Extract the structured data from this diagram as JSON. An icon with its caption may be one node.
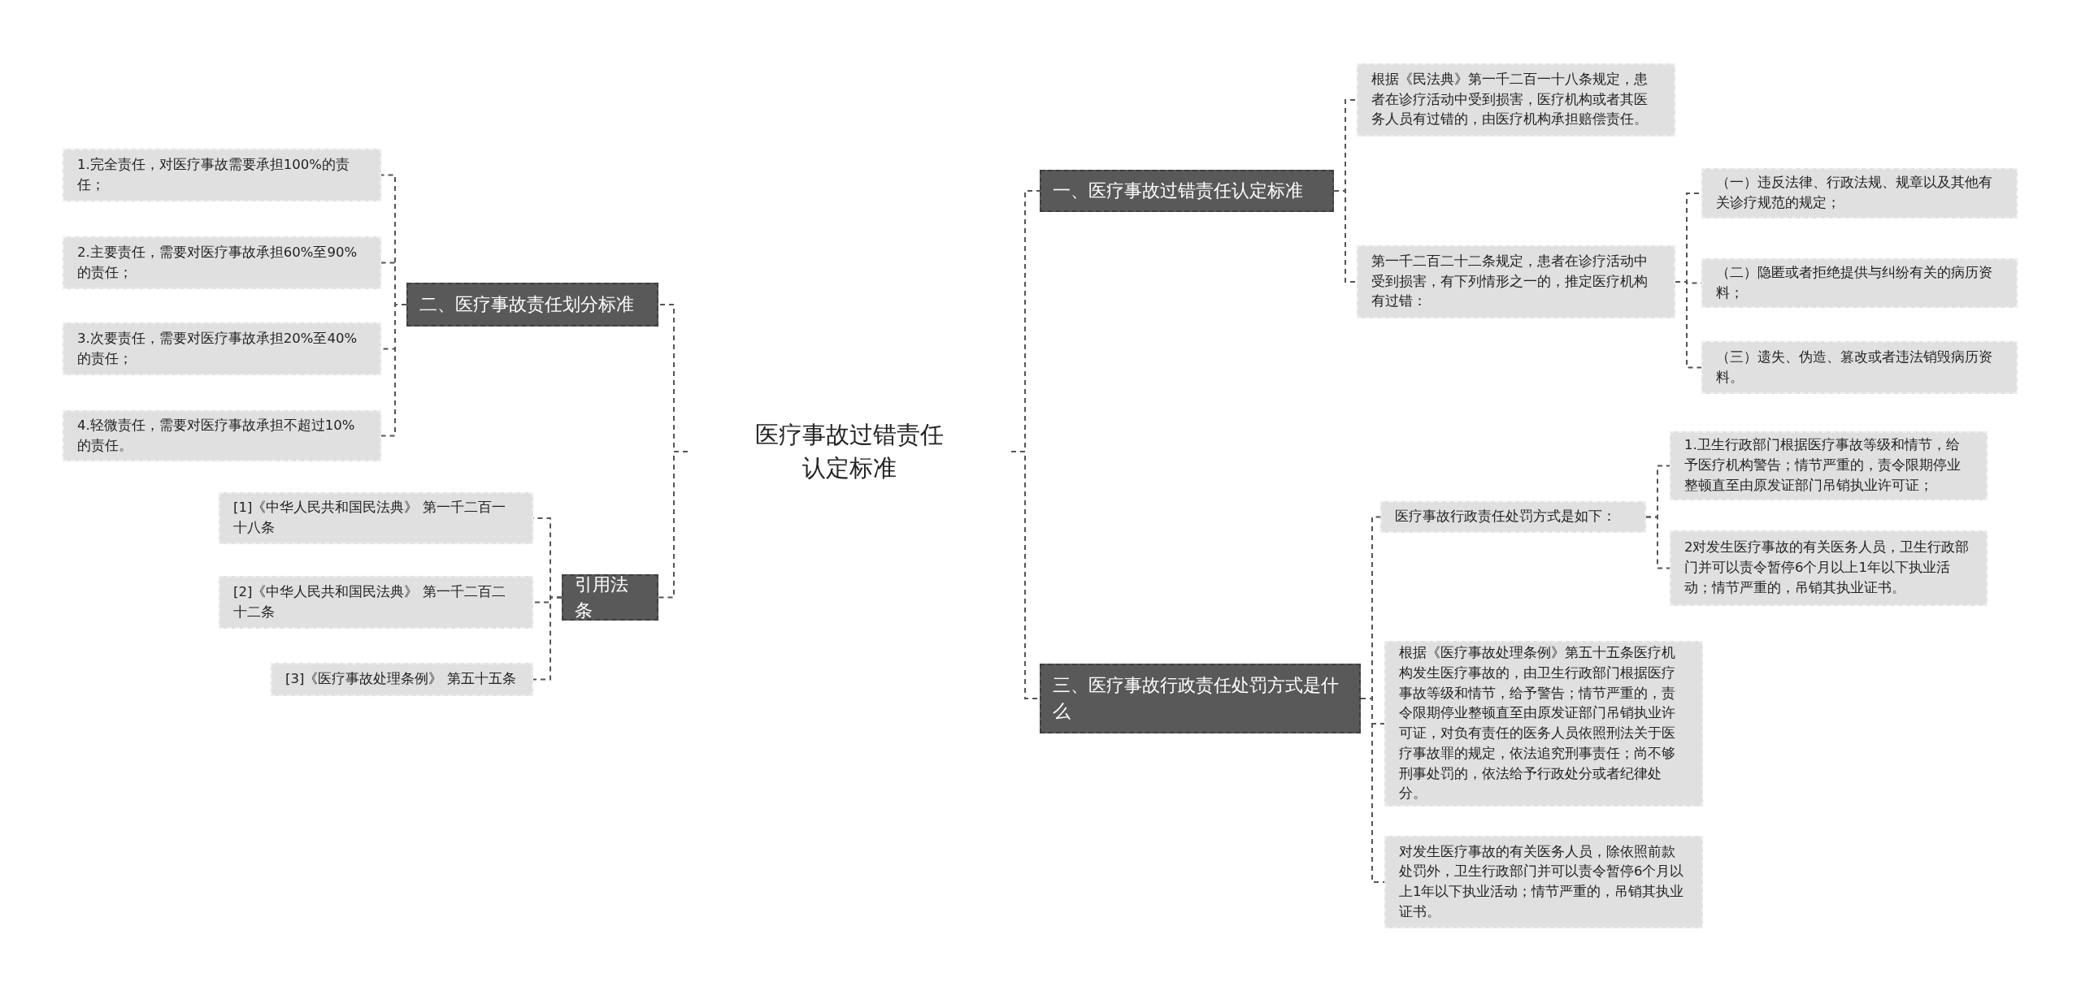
{
  "diagram": {
    "nodes": [
      {
        "text": [
          "医疗事故过错责任认定标准"
        ]
      },
      {
        "text": [
          "一、医疗事故过错责任认定标准"
        ]
      },
      {
        "text": [
          "根据《民法典》第一千二百一十八条规定，患者在诊疗活动中受到损害，医疗机构或者其医务人员有过错的，由医疗机构承担赔偿责任。"
        ]
      },
      {
        "text": [
          "第一千二百二十二条规定，患者在诊疗活动中受到损害，有下列情形之一的，推定医疗机构有过错："
        ]
      },
      {
        "text": [
          "（一）违反法律、行政法规、规章以及其他有关诊疗规范的规定；"
        ]
      },
      {
        "text": [
          "（二）隐匿或者拒绝提供与纠纷有关的病历资料；"
        ]
      },
      {
        "text": [
          "（三）遗失、伪造、篡改或者违法销毁病历资料。"
        ]
      },
      {
        "text": [
          "三、医疗事故行政责任处罚方式是什么"
        ]
      },
      {
        "text": [
          "医疗事故行政责任处罚方式是如下："
        ]
      },
      {
        "text": [
          "1.卫生行政部门根据医疗事故等级和情节，给予医疗机构警告；情节严重的，责令限期停业整顿直至由原发证部门吊销执业许可证；"
        ]
      },
      {
        "text": [
          "2对发生医疗事故的有关医务人员，卫生行政部门并可以责令暂停6个月以上1年以下执业活动；情节严重的，吊销其执业证书。"
        ]
      },
      {
        "text": [
          "根据《医疗事故处理条例》第五十五条医疗机构发生医疗事故的，由卫生行政部门根据医疗事故等级和情节，给予警告；情节严重的，责令限期停业整顿直至由原发证部门吊销执业许可证，对负有责任的医务人员依照刑法关于医疗事故罪的规定，依法追究刑事责任；尚不够刑事处罚的，依法给予行政处分或者纪律处分。"
        ]
      },
      {
        "text": [
          "对发生医疗事故的有关医务人员，除依照前款处罚外，卫生行政部门并可以责令暂停6个月以上1年以下执业活动；情节严重的，吊销其执业证书。"
        ]
      },
      {
        "text": [
          "二、医疗事故责任划分标准"
        ]
      },
      {
        "text": [
          "1.完全责任，对医疗事故需要承担100%的责任；"
        ]
      },
      {
        "text": [
          "2.主要责任，需要对医疗事故承担60%至90%的责任；"
        ]
      },
      {
        "text": [
          "3.次要责任，需要对医疗事故承担20%至40%的责任；"
        ]
      },
      {
        "text": [
          "4.轻微责任，需要对医疗事故承担不超过10%的责任。"
        ]
      },
      {
        "text": [
          "引用法条"
        ]
      },
      {
        "text": [
          "[1]《中华人民共和国民法典》 第一千二百一十八条"
        ]
      },
      {
        "text": [
          "[2]《中华人民共和国民法典》 第一千二百二十二条"
        ]
      },
      {
        "text": [
          "[3]《医疗事故处理条例》 第五十五条"
        ]
      }
    ],
    "edges": [
      {
        "from": 0,
        "to": 1,
        "arrow": "none"
      },
      {
        "from": 0,
        "to": 7,
        "arrow": "none"
      },
      {
        "from": 0,
        "to": 13,
        "arrow": "none"
      },
      {
        "from": 0,
        "to": 18,
        "arrow": "none"
      },
      {
        "from": 1,
        "to": 2,
        "arrow": "none"
      },
      {
        "from": 1,
        "to": 3,
        "arrow": "none"
      },
      {
        "from": 3,
        "to": 4,
        "arrow": "none"
      },
      {
        "from": 3,
        "to": 5,
        "arrow": "none"
      },
      {
        "from": 3,
        "to": 6,
        "arrow": "none"
      },
      {
        "from": 7,
        "to": 8,
        "arrow": "none"
      },
      {
        "from": 7,
        "to": 11,
        "arrow": "none"
      },
      {
        "from": 7,
        "to": 12,
        "arrow": "none"
      },
      {
        "from": 8,
        "to": 9,
        "arrow": "none"
      },
      {
        "from": 8,
        "to": 10,
        "arrow": "none"
      },
      {
        "from": 13,
        "to": 14,
        "arrow": "none"
      },
      {
        "from": 13,
        "to": 15,
        "arrow": "none"
      },
      {
        "from": 13,
        "to": 16,
        "arrow": "none"
      },
      {
        "from": 13,
        "to": 17,
        "arrow": "none"
      },
      {
        "from": 18,
        "to": 19,
        "arrow": "none"
      },
      {
        "from": 18,
        "to": 20,
        "arrow": "none"
      },
      {
        "from": 18,
        "to": 21,
        "arrow": "none"
      }
    ]
  }
}
